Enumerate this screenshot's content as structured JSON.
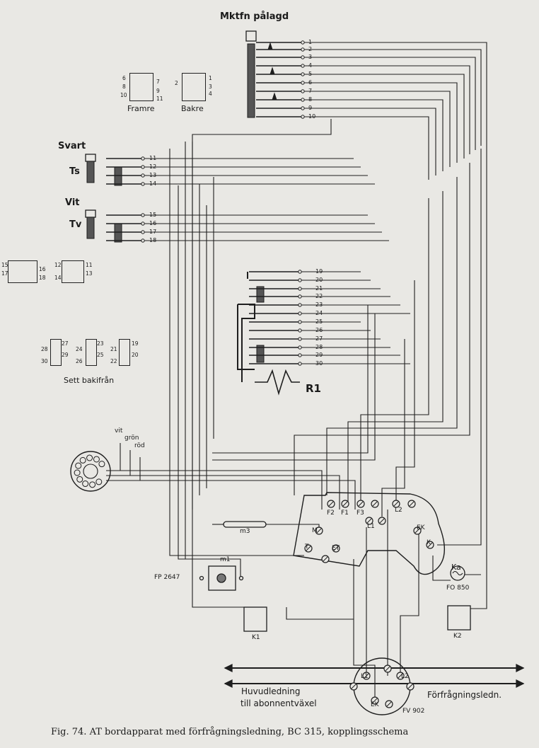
{
  "switch_top_label": "Mktfn pålagd",
  "framre_label": "Framre",
  "bakre_label": "Bakre",
  "framre_pins": [
    "6",
    "7",
    "8",
    "9",
    "10",
    "11"
  ],
  "bakre_pins": [
    "2",
    "1",
    "3",
    "4"
  ],
  "svart_label": "Svart",
  "ts_label": "Ts",
  "vit_label": "Vit",
  "tv_label": "Tv",
  "left_box_a_pins": [
    "15",
    "16",
    "17",
    "18"
  ],
  "left_box_b_pins": [
    "12",
    "11",
    "14",
    "13"
  ],
  "sett_bakifran_label": "Sett bakifrån",
  "sett_pins": [
    "27",
    "28",
    "29",
    "30",
    "23",
    "24",
    "25",
    "26",
    "22",
    "19",
    "20",
    "21"
  ],
  "r1_label": "R1",
  "cord_colors": [
    "vit",
    "grön",
    "röd"
  ],
  "terminal_labels": {
    "f2": "F2",
    "f1": "F1",
    "f3": "F3",
    "l1": "L1",
    "l2": "L2",
    "m": "M",
    "t": "T",
    "et": "ET",
    "ek": "EK",
    "k": "K"
  },
  "m3_label": "m3",
  "m1_label": "m1",
  "fp_label": "FP 2647",
  "ka_label": "Ka",
  "fo_label": "FO 850",
  "k1_label": "K1",
  "k2_label": "K2",
  "fv_terms": {
    "l1": "L1",
    "l2": "L2",
    "ek": "EK"
  },
  "fv_label": "FV 902",
  "huvud_line1": "Huvudledning",
  "huvud_line2": "till abonnentväxel",
  "forfr_label": "Förfrågningsledn.",
  "caption": "Fig. 74.  AT bordapparat med förfrågningsledning,  BC 315,  kopplingsschema",
  "top_switch_numbers": [
    "1",
    "2",
    "3",
    "4",
    "5",
    "6",
    "7",
    "8",
    "9",
    "10"
  ],
  "ts_numbers": [
    "11",
    "12",
    "13",
    "14"
  ],
  "tv_numbers": [
    "15",
    "16",
    "17",
    "18"
  ],
  "lower_switch_numbers": [
    "19",
    "20",
    "21",
    "22",
    "23",
    "24",
    "25",
    "26",
    "27",
    "28",
    "29",
    "30"
  ]
}
